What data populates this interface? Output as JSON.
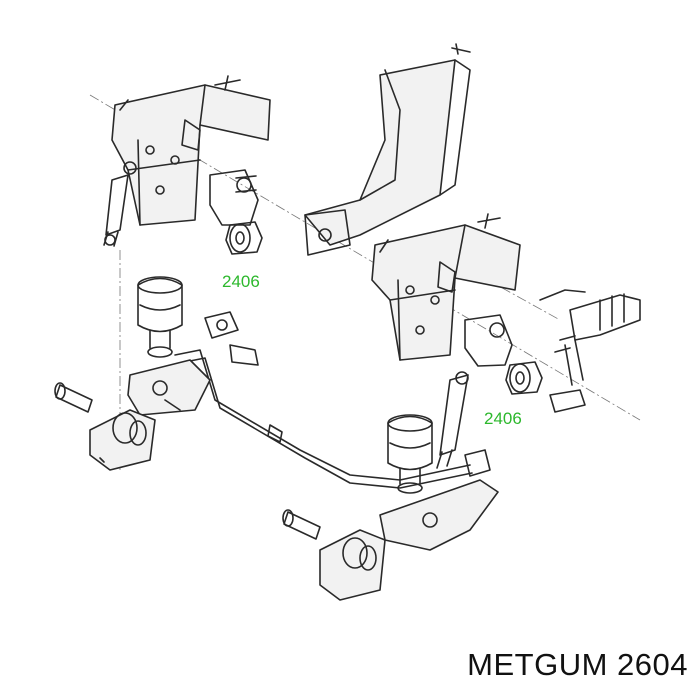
{
  "diagram": {
    "callouts": [
      {
        "text": "2406"
      },
      {
        "text": "2406"
      }
    ],
    "brand_caption": "METGUM 2604",
    "colors": {
      "callout": "#2db82d",
      "line": "#2a2a2a",
      "caption": "#111111"
    }
  }
}
